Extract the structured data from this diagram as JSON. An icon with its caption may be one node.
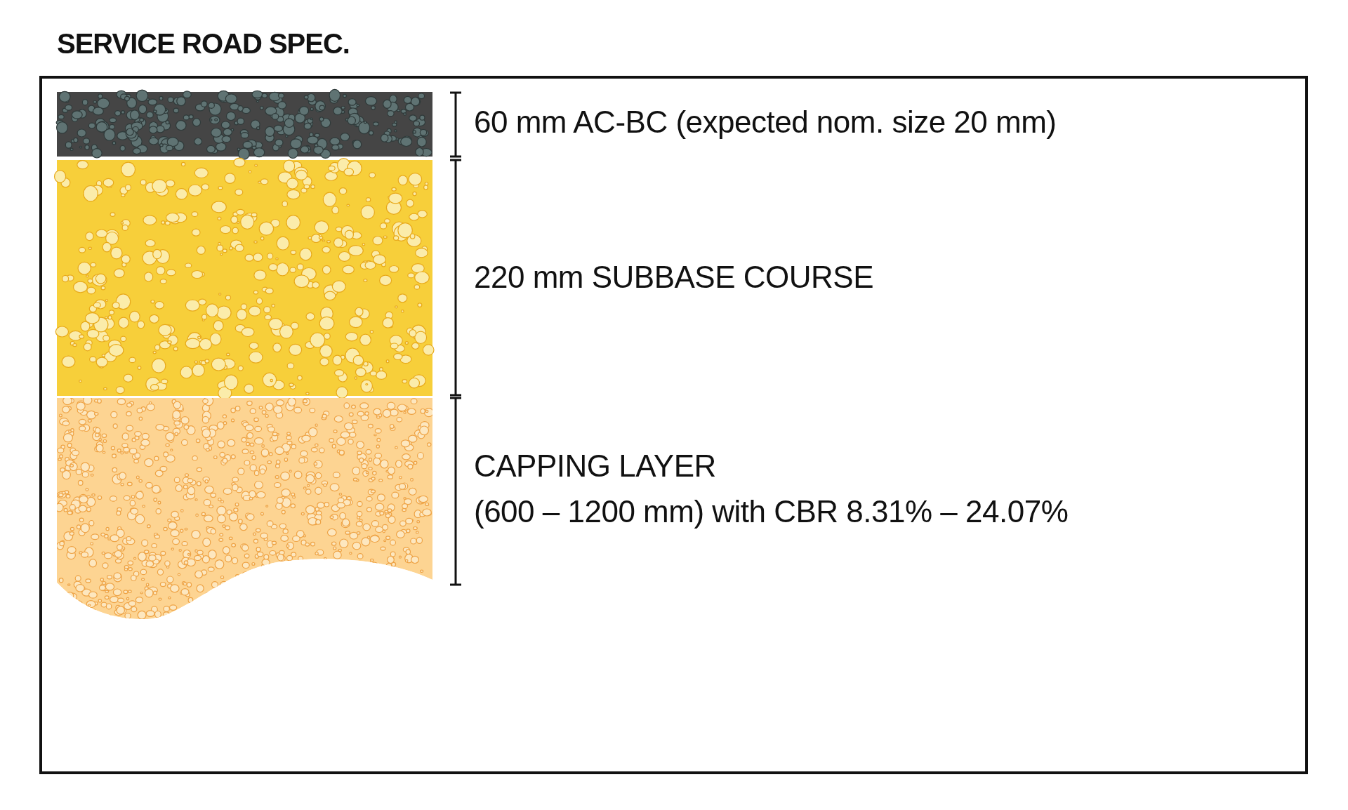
{
  "diagram": {
    "title": "SERVICE ROAD SPEC.",
    "labels": [
      "60 mm AC-BC (expected nom. size 20 mm)",
      "220 mm SUBBASE COURSE",
      "CAPPING LAYER",
      "(600 – 1200 mm) with CBR 8.31% – 24.07%"
    ]
  }
}
